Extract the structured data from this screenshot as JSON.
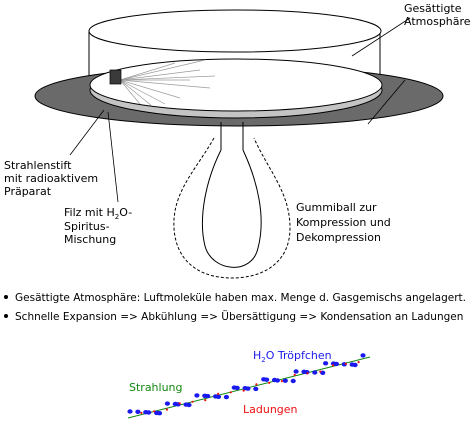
{
  "labels": {
    "atmosphere_line1": "Gesättigte",
    "atmosphere_line2": "Atmosphäre",
    "emitter_line1": "Strahlenstift",
    "emitter_line2": "mit radioaktivem",
    "emitter_line3": "Präparat",
    "felt_prefix": "Filz mit H",
    "felt_sub": "2",
    "felt_suffix": "O-",
    "felt_line2": "Spiritus-",
    "felt_line3": "Mischung",
    "bulb_line1": "Gummiball zur",
    "bulb_line2": "Kompression und",
    "bulb_line3": "Dekompression"
  },
  "bullets": [
    "Gesättigte Atmosphäre: Luftmoleküle haben max. Menge d. Gasgemischs angelagert.",
    "Schnelle Expansion => Abkühlung => Übersättigung => Kondensation an Ladungen"
  ],
  "track": {
    "droplets_prefix": "H",
    "droplets_sub": "2",
    "droplets_suffix": "O Tröpfchen",
    "radiation": "Strahlung",
    "charges": "Ladungen",
    "colors": {
      "droplets": "#1a1aee",
      "radiation": "#118811",
      "charges": "#ee1111"
    }
  }
}
